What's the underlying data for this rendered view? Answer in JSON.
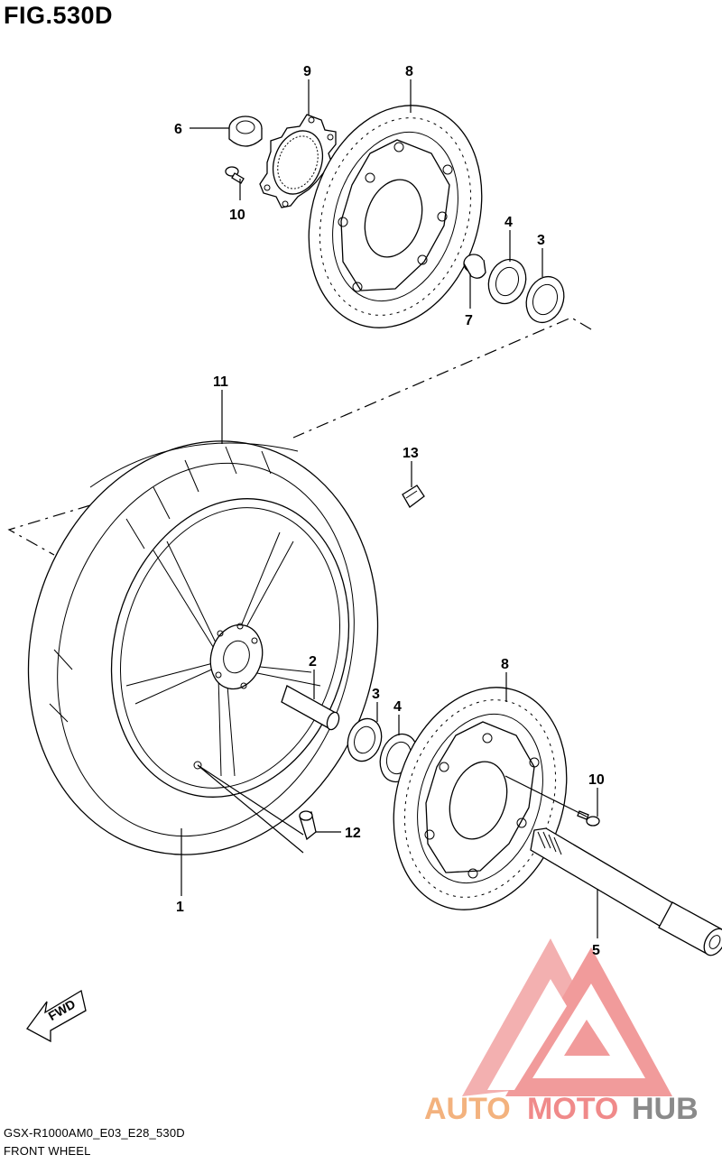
{
  "figure": {
    "title": "FIG.530D"
  },
  "captions": {
    "model_code": "GSX-R1000AM0_E03_E28_530D",
    "name": "FRONT WHEEL"
  },
  "direction_label": "FWD",
  "watermark": {
    "text_a": "AUTO",
    "text_b": "MOTO",
    "text_c": "HUB",
    "color_a": "#f3b27e",
    "color_b": "#f08a8a",
    "color_c": "#8a8a8a"
  },
  "callouts": [
    {
      "id": "c9",
      "number": "9"
    },
    {
      "id": "c8a",
      "number": "8"
    },
    {
      "id": "c6",
      "number": "6"
    },
    {
      "id": "c10a",
      "number": "10"
    },
    {
      "id": "c4a",
      "number": "4"
    },
    {
      "id": "c3a",
      "number": "3"
    },
    {
      "id": "c7",
      "number": "7"
    },
    {
      "id": "c11",
      "number": "11"
    },
    {
      "id": "c13",
      "number": "13"
    },
    {
      "id": "c2",
      "number": "2"
    },
    {
      "id": "c8b",
      "number": "8"
    },
    {
      "id": "c3b",
      "number": "3"
    },
    {
      "id": "c4b",
      "number": "4"
    },
    {
      "id": "c10b",
      "number": "10"
    },
    {
      "id": "c12",
      "number": "12"
    },
    {
      "id": "c1",
      "number": "1"
    },
    {
      "id": "c5",
      "number": "5"
    }
  ]
}
